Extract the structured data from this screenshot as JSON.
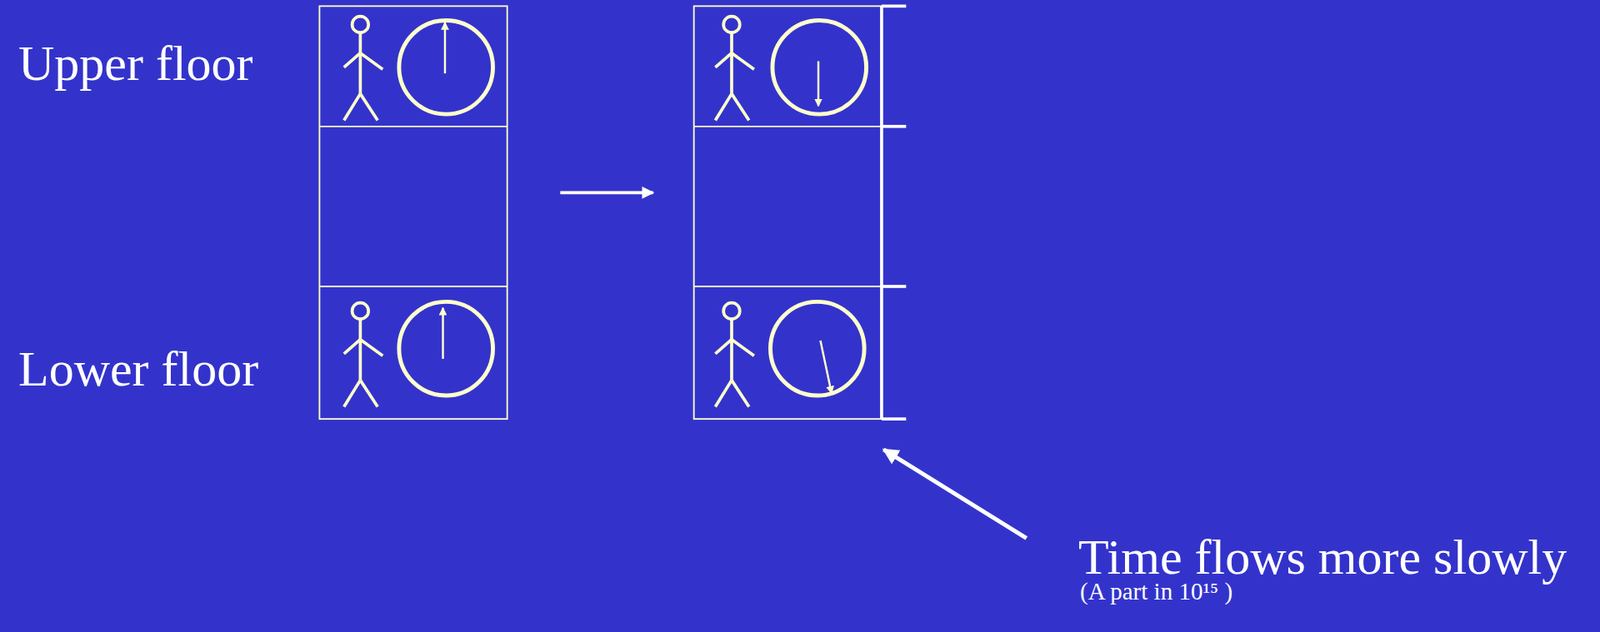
{
  "diagram": {
    "labels": [
      "Upper floor",
      "Lower floor",
      "Time flows more slowly",
      "(A part in 10¹⁵ )"
    ]
  }
}
